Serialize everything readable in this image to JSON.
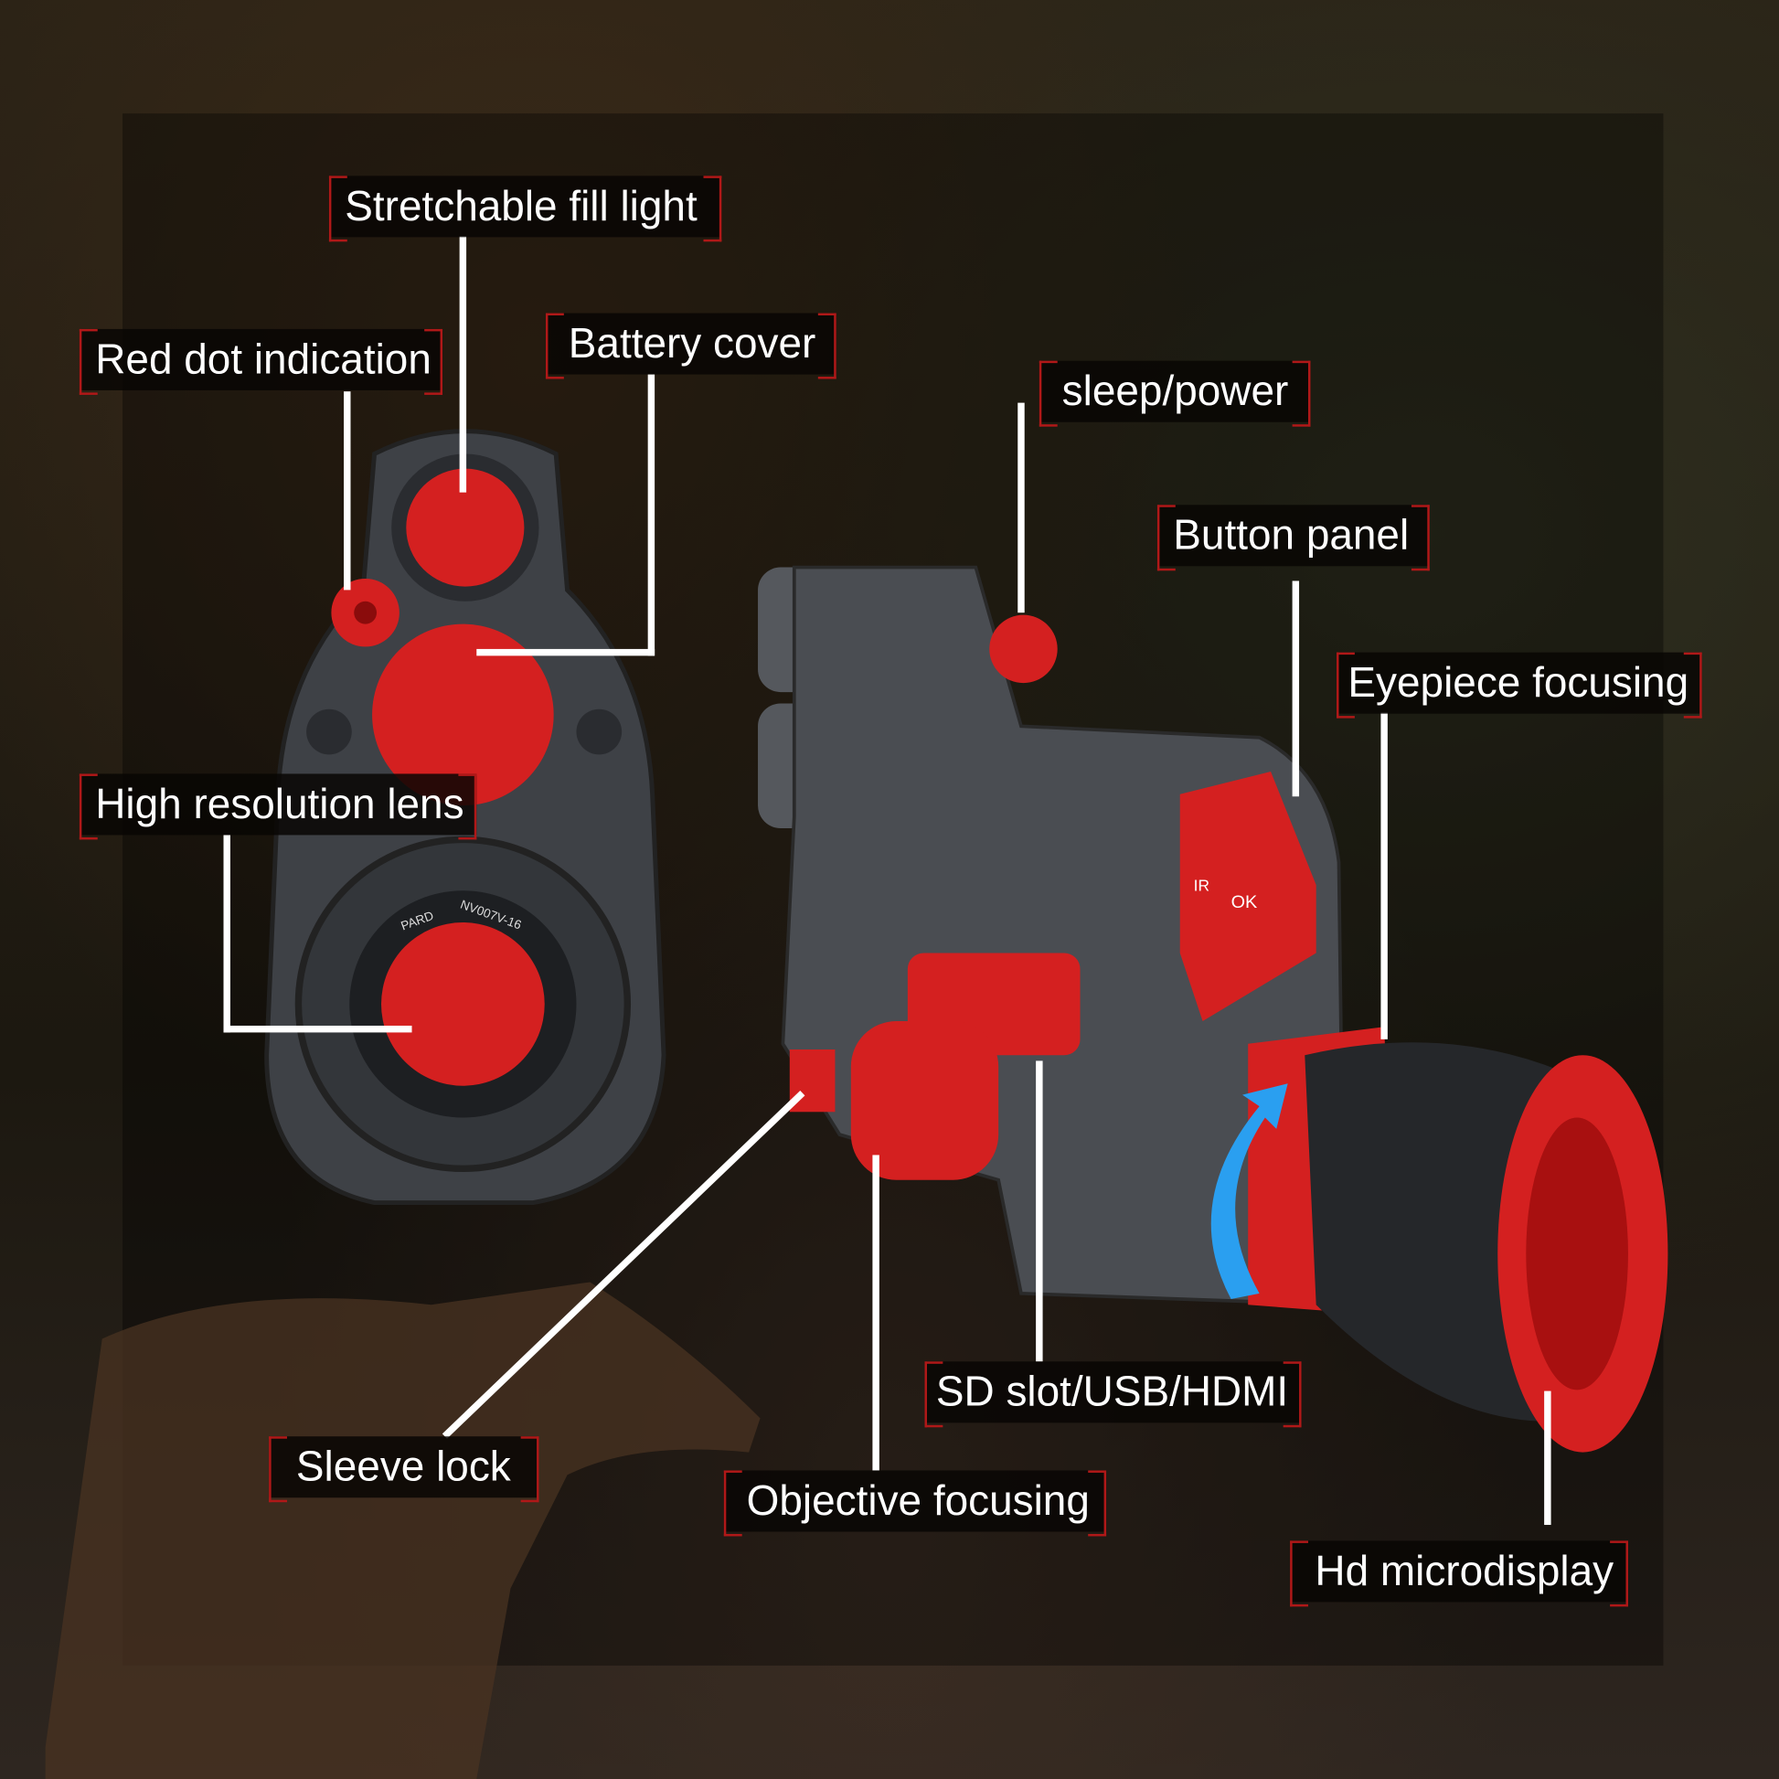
{
  "labels": {
    "fill_light": "Stretchable fill light",
    "red_dot": "Red dot indication",
    "battery": "Battery cover",
    "lens": "High resolution lens",
    "power": "sleep/power",
    "button_panel": "Button panel",
    "eyepiece": "Eyepiece focusing",
    "sd_slot": "SD slot/USB/HDMI",
    "objective": "Objective focusing",
    "sleeve": "Sleeve lock",
    "microdisplay": "Hd microdisplay"
  },
  "device_text": {
    "brand": "PARD",
    "model": "NV007V-16",
    "ok": "OK",
    "ir": "IR"
  },
  "colors": {
    "accent": "#d42020",
    "body": "#4a4d52",
    "arrow": "#2a9ff0"
  }
}
